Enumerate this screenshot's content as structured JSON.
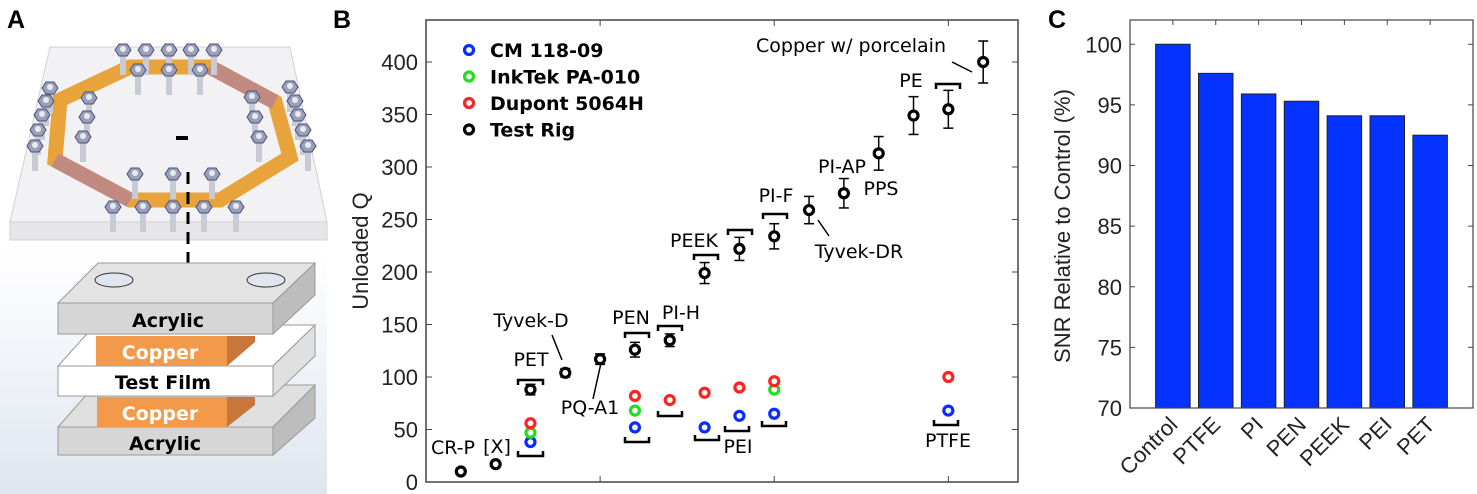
{
  "panel_labels": {
    "a": "A",
    "b": "B",
    "c": "C"
  },
  "diagram": {
    "layers": [
      "Acrylic",
      "Copper",
      "Test Film",
      "Copper",
      "Acrylic"
    ],
    "colors": {
      "copper_trace": "#e8a33a",
      "copper_block": "#f39a4a",
      "acrylic": "#d9d9d9",
      "film": "#ffffff"
    }
  },
  "chart_data": [
    {
      "type": "scatter",
      "title": "",
      "xlabel": "",
      "ylabel": "Unloaded Q",
      "xlim": [
        0,
        17
      ],
      "ylim": [
        0,
        440
      ],
      "yticks": [
        0,
        50,
        100,
        150,
        200,
        250,
        300,
        350,
        400
      ],
      "xticks": [
        5,
        10,
        15
      ],
      "grid": false,
      "legend_position": "top-left",
      "series": [
        {
          "name": "CM 118-09",
          "color": "#0a2cff",
          "x": [
            3,
            6,
            8,
            9,
            10,
            15
          ],
          "y": [
            38,
            52,
            52,
            63,
            65,
            68
          ]
        },
        {
          "name": "InkTek PA-010",
          "color": "#1fe01f",
          "x": [
            3,
            6,
            10
          ],
          "y": [
            47,
            68,
            88
          ]
        },
        {
          "name": "Dupont 5064H",
          "color": "#ff2222",
          "x": [
            3,
            6,
            7,
            8,
            9,
            10,
            15
          ],
          "y": [
            56,
            82,
            78,
            85,
            90,
            96,
            100
          ]
        },
        {
          "name": "Test Rig",
          "color": "#000000",
          "x": [
            1,
            2,
            3,
            4,
            5,
            6,
            7,
            8,
            9,
            10,
            11,
            12,
            13,
            14,
            15,
            16
          ],
          "y": [
            10,
            17,
            88,
            104,
            117,
            126,
            135,
            199,
            222,
            234,
            259,
            275,
            313,
            349,
            355,
            400
          ],
          "err": [
            2,
            2,
            5,
            4,
            5,
            7,
            6,
            10,
            11,
            12,
            13,
            14,
            16,
            18,
            18,
            20
          ]
        }
      ],
      "annotations": [
        "Copper w/ porcelain",
        "PE",
        "PI-AP",
        "PPS",
        "PI-F",
        "Tyvek-DR",
        "PEEK",
        "PEN",
        "PI-H",
        "Tyvek-D",
        "PET",
        "PQ-A1",
        "CR-P",
        "[X]",
        "PEI",
        "PTFE"
      ]
    },
    {
      "type": "bar",
      "title": "",
      "xlabel": "",
      "ylabel": "SNR Relative to Control (%)",
      "ylim": [
        70,
        102
      ],
      "yticks": [
        70,
        75,
        80,
        85,
        90,
        95,
        100
      ],
      "categories": [
        "Control",
        "PTFE",
        "PI",
        "PEN",
        "PEEK",
        "PEI",
        "PET"
      ],
      "values": [
        100,
        97.6,
        95.9,
        95.3,
        94.1,
        94.1,
        92.5
      ],
      "color": "#0433ff",
      "grid": false
    }
  ]
}
